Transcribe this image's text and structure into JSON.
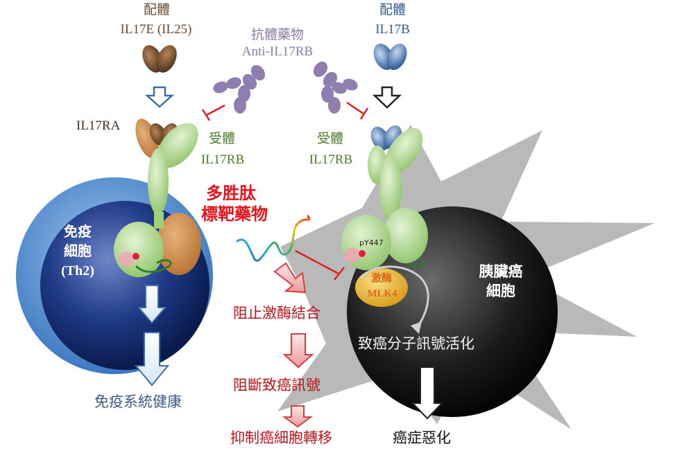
{
  "colors": {
    "ligand_il17e": "#6b4a2e",
    "ligand_il17b": "#2f5c93",
    "antibody": "#8c7aa8",
    "receptor_label": "#4c7d2a",
    "peptide_label": "#e8141c",
    "effect_text": "#c0141c",
    "immune_text": "#3d5a80"
  },
  "left_ligand": {
    "title": "配體",
    "name": "IL17E (IL25)"
  },
  "right_ligand": {
    "title": "配體",
    "name": "IL17B"
  },
  "antibody": {
    "title": "抗體藥物",
    "name": "Anti-IL17RB"
  },
  "left_receptor": {
    "ra_label": "IL17RA",
    "title": "受體",
    "name": "IL17RB"
  },
  "right_receptor": {
    "title": "受體",
    "name": "IL17RB",
    "site": "pY447"
  },
  "immune_cell": {
    "line1": "免疫",
    "line2": "細胞",
    "line3": "(Th2)"
  },
  "cancer_cell": {
    "line1": "胰臟癌",
    "line2": "細胞"
  },
  "kinase": {
    "line1": "激酶",
    "line2": "MLK4"
  },
  "peptide": {
    "line1": "多胜肽",
    "line2": "標靶藥物"
  },
  "effects": [
    "阻止激酶結合",
    "阻斷致癌訊號",
    "抑制癌細胞轉移"
  ],
  "outcomes": {
    "immune": "免疫系統健康",
    "activation": "致癌分子訊號活化",
    "malignant": "癌症惡化"
  }
}
